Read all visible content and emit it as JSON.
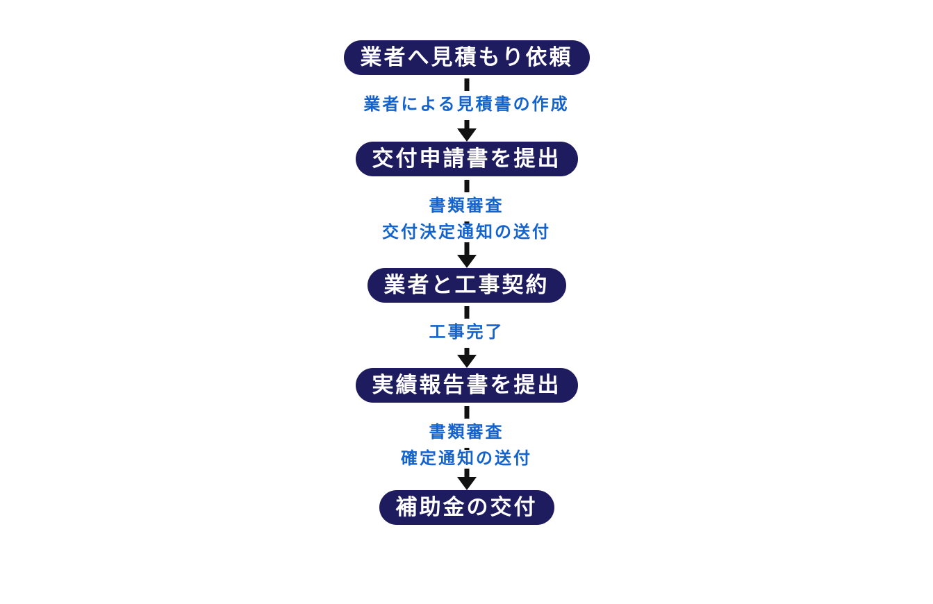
{
  "flow": {
    "boxes": [
      {
        "label": "業者へ見積もり依頼"
      },
      {
        "label": "交付申請書を提出"
      },
      {
        "label": "業者と工事契約"
      },
      {
        "label": "実績報告書を提出"
      },
      {
        "label": "補助金の交付"
      }
    ],
    "connectors": [
      {
        "lines": [
          "業者による見積書の作成"
        ]
      },
      {
        "lines": [
          "書類審査",
          "交付決定通知の送付"
        ]
      },
      {
        "lines": [
          "工事完了"
        ]
      },
      {
        "lines": [
          "書類審査",
          "確定通知の送付"
        ]
      }
    ],
    "colors": {
      "page_bg": "#ffffff",
      "box_bg": "#1e1b5e",
      "box_text": "#ffffff",
      "label_text": "#1463cd",
      "arrow": "#111111"
    }
  }
}
